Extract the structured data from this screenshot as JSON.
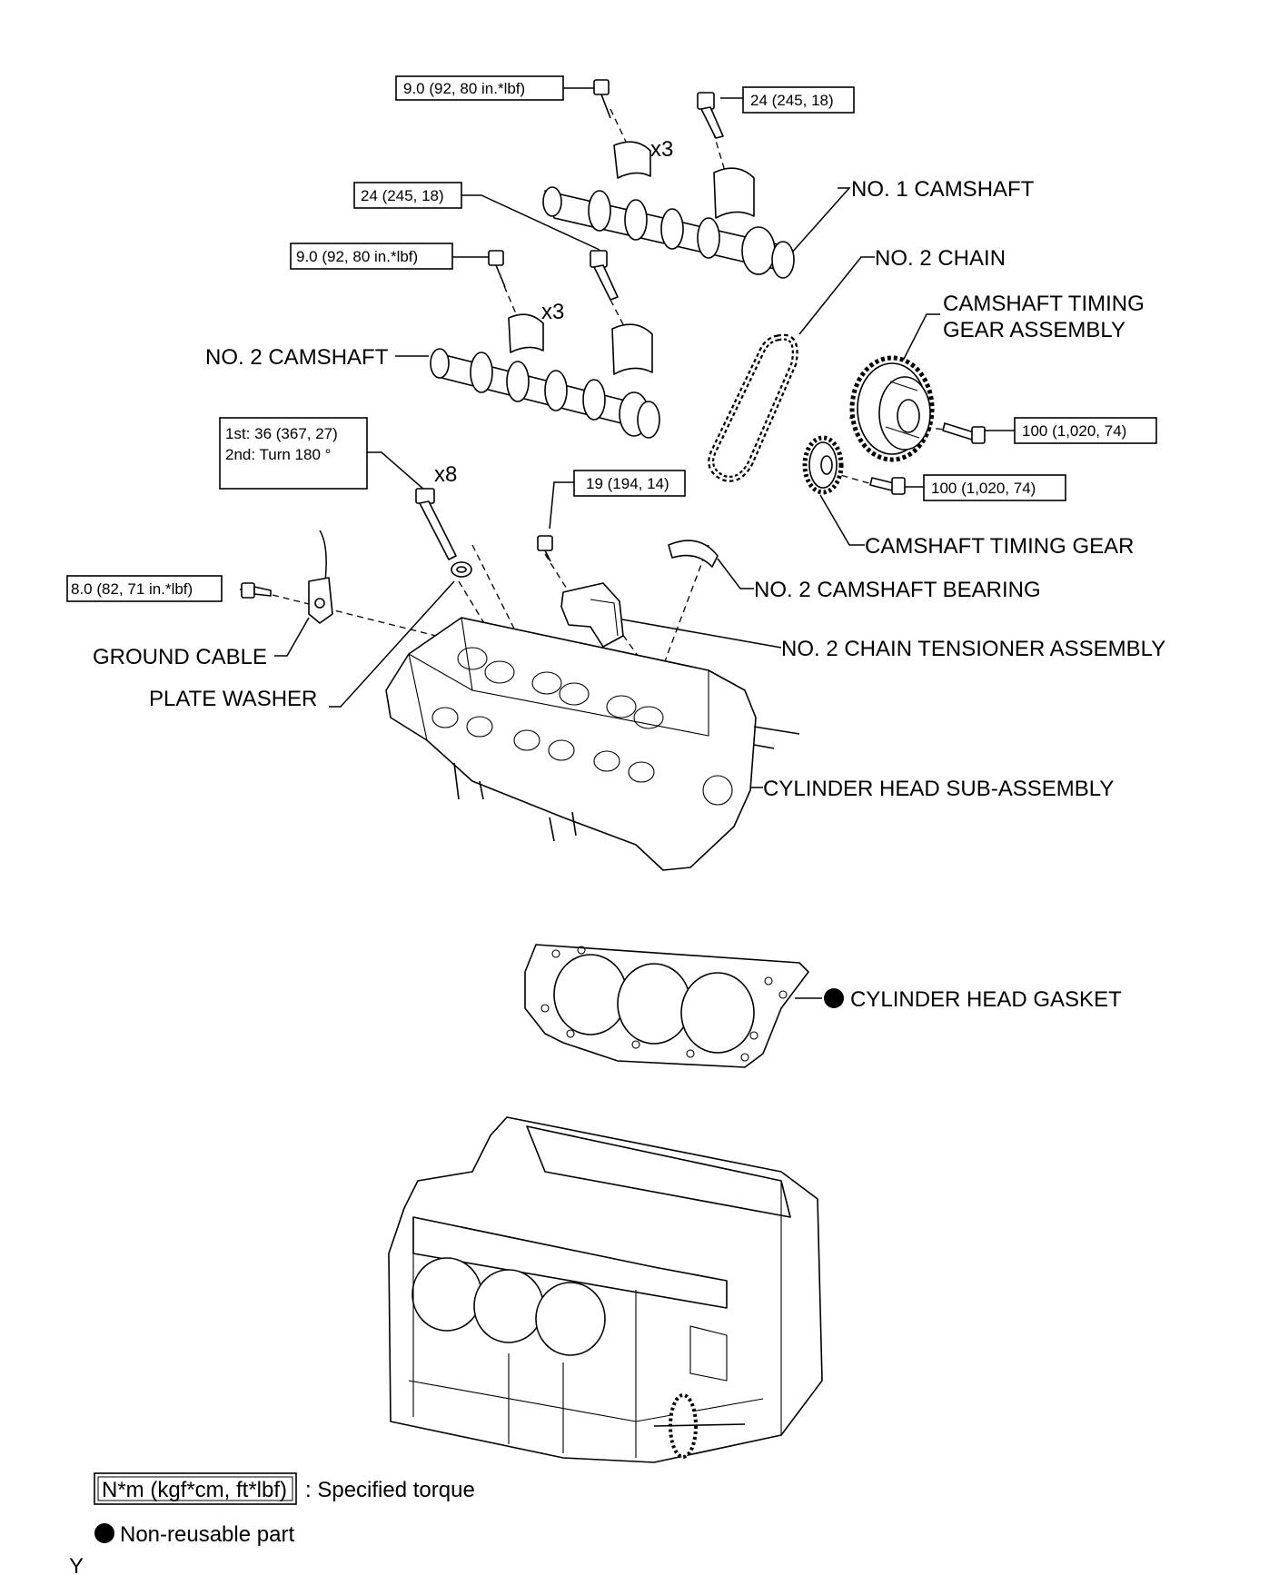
{
  "labels": {
    "no1_camshaft": "NO. 1 CAMSHAFT",
    "no2_chain": "NO. 2 CHAIN",
    "camshaft_timing_gear_assembly_line1": "CAMSHAFT TIMING",
    "camshaft_timing_gear_assembly_line2": "GEAR ASSEMBLY",
    "no2_camshaft": "NO. 2 CAMSHAFT",
    "camshaft_timing_gear": "CAMSHAFT TIMING GEAR",
    "no2_camshaft_bearing": "NO. 2 CAMSHAFT BEARING",
    "no2_chain_tensioner_assembly": "NO. 2 CHAIN TENSIONER ASSEMBLY",
    "ground_cable": "GROUND CABLE",
    "plate_washer": "PLATE WASHER",
    "cylinder_head_sub_assembly": "CYLINDER HEAD SUB-ASSEMBLY",
    "cylinder_head_gasket": "CYLINDER HEAD GASKET"
  },
  "torques": {
    "upper_cap_bolt": "9.0 (92, 80 in.*lbf)",
    "upper_bearing_bolt": "24 (245, 18)",
    "lower_bearing_bolt": "24 (245, 18)",
    "lower_cap_bolt": "9.0 (92, 80 in.*lbf)",
    "head_bolt_line1": "1st: 36 (367, 27)",
    "head_bolt_line2": "2nd: Turn 180 °",
    "tensioner_bolt": "19 (194, 14)",
    "gear_assembly_bolt": "100 (1,020, 74)",
    "timing_gear_bolt": "100 (1,020, 74)",
    "ground_bolt": "8.0 (82, 71 in.*lbf)"
  },
  "quantities": {
    "upper_caps": "x3",
    "lower_caps": "x3",
    "head_bolts": "x8"
  },
  "legend": {
    "torque_unit": "N*m (kgf*cm, ft*lbf)",
    "torque_desc": ": Specified torque",
    "nonreusable_desc": "Non-reusable part"
  },
  "corner_mark": "Y"
}
